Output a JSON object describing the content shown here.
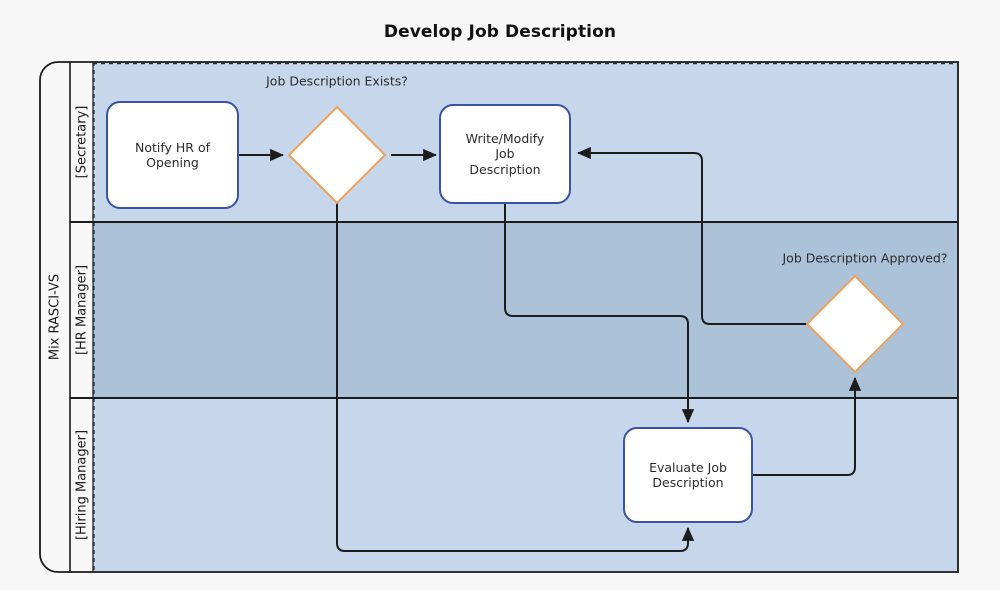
{
  "title": "Develop Job Description",
  "pool": {
    "name": "Mix RASCI-VS",
    "lanes": [
      {
        "id": "secretary",
        "label": "[Secretary]",
        "fill": "#c6d7ec"
      },
      {
        "id": "hr-manager",
        "label": "[HR Manager]",
        "fill": "#abc2d9"
      },
      {
        "id": "hiring-manager",
        "label": "[Hiring Manager]",
        "fill": "#c6d7ec"
      }
    ]
  },
  "nodes": [
    {
      "id": "notify-hr-of-opening",
      "type": "task",
      "lane": "secretary",
      "label": "Notify HR of\nOpening"
    },
    {
      "id": "job-description-exists",
      "type": "gateway",
      "lane": "secretary",
      "label": "Job Description Exists?"
    },
    {
      "id": "write-modify-job-description",
      "type": "task",
      "lane": "secretary",
      "label": "Write/Modify\nJob\nDescription"
    },
    {
      "id": "job-description-approved",
      "type": "gateway",
      "lane": "hr-manager",
      "label": "Job Description Approved?"
    },
    {
      "id": "evaluate-job-description",
      "type": "task",
      "lane": "hiring-manager",
      "label": "Evaluate Job\nDescription"
    }
  ],
  "flows": [
    {
      "id": "flow-notify-to-exists",
      "from": "notify-hr-of-opening",
      "to": "job-description-exists"
    },
    {
      "id": "flow-exists-to-write",
      "from": "job-description-exists",
      "to": "write-modify-job-description"
    },
    {
      "id": "flow-exists-to-evaluate",
      "from": "job-description-exists",
      "to": "evaluate-job-description"
    },
    {
      "id": "flow-write-to-evaluate",
      "from": "write-modify-job-description",
      "to": "evaluate-job-description"
    },
    {
      "id": "flow-evaluate-to-approved",
      "from": "evaluate-job-description",
      "to": "job-description-approved"
    },
    {
      "id": "flow-approved-to-write",
      "from": "job-description-approved",
      "to": "write-modify-job-description"
    }
  ],
  "colors": {
    "task_border": "#3a53a4",
    "task_fill": "#ffffff",
    "gateway_border": "#f0a05a",
    "gateway_fill": "#ffffff",
    "connector": "#1c1c1c",
    "lane_border": "#1a1a1a",
    "canvas": "#f7f7f7"
  }
}
